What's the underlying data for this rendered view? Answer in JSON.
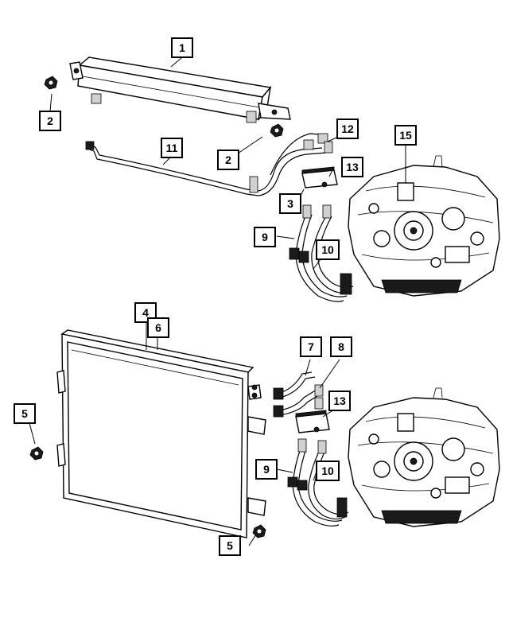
{
  "callouts": {
    "c1": "1",
    "c2a": "2",
    "c2b": "2",
    "c3": "3",
    "c4": "4",
    "c5a": "5",
    "c5b": "5",
    "c6": "6",
    "c7": "7",
    "c8": "8",
    "c9a": "9",
    "c9b": "9",
    "c10a": "10",
    "c10b": "10",
    "c11": "11",
    "c12": "12",
    "c13a": "13",
    "c13b": "13",
    "c15": "15"
  },
  "colors": {
    "line": "#000000",
    "background": "#ffffff",
    "fill_dark": "#1a1a1a",
    "fill_grey": "#d0d0d0"
  }
}
